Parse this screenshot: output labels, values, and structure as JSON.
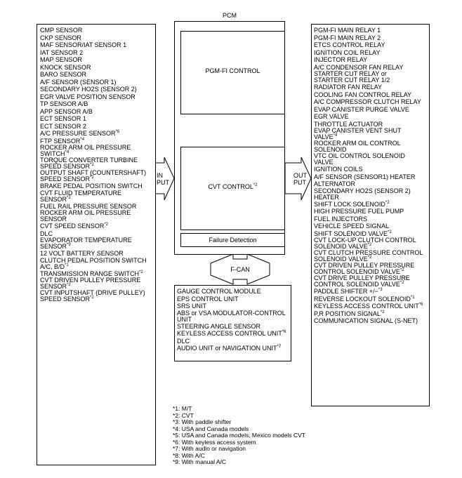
{
  "pcm_label": "PCM",
  "pgmfi_label": "PGM-FI CONTROL",
  "cvt_label": "CVT CONTROL",
  "cvt_note": "*2",
  "failure_label": "Failure Detection",
  "fcan_label": "F-CAN",
  "input_label": "IN\nPUT",
  "output_label": "OUT\nPUT",
  "inputs": [
    {
      "text": "CMP SENSOR",
      "note": ""
    },
    {
      "text": "CKP SENSOR",
      "note": ""
    },
    {
      "text": "MAF SENSOR/IAT SENSOR 1",
      "note": ""
    },
    {
      "text": "IAT SENSOR 2",
      "note": ""
    },
    {
      "text": "MAP SENSOR",
      "note": ""
    },
    {
      "text": "KNOCK SENSOR",
      "note": ""
    },
    {
      "text": "BARO SENSOR",
      "note": ""
    },
    {
      "text": "A/F SENSOR (SENSOR 1)",
      "note": ""
    },
    {
      "text": "SECONDARY HO2S (SENSOR 2)",
      "note": ""
    },
    {
      "text": "EGR VALVE POSITION SENSOR",
      "note": ""
    },
    {
      "text": "TP SENSOR A/B",
      "note": ""
    },
    {
      "text": "APP SENSOR A/B",
      "note": ""
    },
    {
      "text": "ECT SENSOR 1",
      "note": ""
    },
    {
      "text": "ECT SENSOR 2",
      "note": ""
    },
    {
      "text": "A/C PRESSURE SENSOR",
      "note": "*8"
    },
    {
      "text": "FTP SENSOR",
      "note": "*4"
    },
    {
      "text": "ROCKER ARM OIL PRESSURE\nSWITCH",
      "note": "*4"
    },
    {
      "text": "TORQUE CONVERTER TURBINE\nSPEED SENSOR",
      "note": "*2"
    },
    {
      "text": "OUTPUT SHAFT (COUNTERSHAFT)\nSPEED SENSOR",
      "note": "*2"
    },
    {
      "text": "BRAKE PEDAL POSITION SWITCH",
      "note": ""
    },
    {
      "text": "CVT FLUID TEMPERATURE\nSENSOR",
      "note": "*2"
    },
    {
      "text": "FUEL RAIL PRESSURE SENSOR",
      "note": ""
    },
    {
      "text": "ROCKER ARM OIL PRESSURE\nSENSOR",
      "note": ""
    },
    {
      "text": "CVT SPEED SENSOR",
      "note": "*2"
    },
    {
      "text": "DLC",
      "note": ""
    },
    {
      "text": "EVAPORATOR TEMPERATURE\nSENSOR",
      "note": "*9"
    },
    {
      "text": "12 VOLT BATTERY SENSOR",
      "note": ""
    },
    {
      "text": "CLUTCH PEDAL POSITION SWITCH\nA/C, B/D",
      "note": "*1"
    },
    {
      "text": "TRANSMISSION RANGE SWITCH",
      "note": "*2"
    },
    {
      "text": "CVT DRIVEN PULLEY PRESSURE\nSENSOR",
      "note": "*2"
    },
    {
      "text": "CVT INPUTSHAFT (DRIVE PULLEY)\nSPEED SENSOR",
      "note": "*2"
    }
  ],
  "outputs": [
    {
      "text": "PGM-FI MAIN RELAY 1",
      "note": ""
    },
    {
      "text": "PGM-FI MAIN RELAY 2",
      "note": ""
    },
    {
      "text": "ETCS CONTROL RELAY",
      "note": ""
    },
    {
      "text": "IGNITION COIL RELAY",
      "note": ""
    },
    {
      "text": "INJECTOR RELAY",
      "note": ""
    },
    {
      "text": "A/C CONDENSOR FAN RELAY",
      "note": ""
    },
    {
      "text": "STARTER CUT RELAY or\nSTARTER CUT RELAY 1/2",
      "note": ""
    },
    {
      "text": "RADIATOR FAN RELAY",
      "note": ""
    },
    {
      "text": "COOLING FAN CONTROL RELAY",
      "note": ""
    },
    {
      "text": "A/C COMPRESSOR CLUTCH RELAY",
      "note": ""
    },
    {
      "text": "EVAP CANISTER PURGE VALVE",
      "note": ""
    },
    {
      "text": "EGR VALVE",
      "note": ""
    },
    {
      "text": "THROTTLE ACTUATOR",
      "note": ""
    },
    {
      "text": "EVAP CANISTER VENT SHUT\nVALVE",
      "note": "*4"
    },
    {
      "text": "ROCKER ARM OIL CONTROL\nSOLENOID",
      "note": ""
    },
    {
      "text": "VTC OIL CONTROL SOLENOID\nVALVE",
      "note": ""
    },
    {
      "text": "IGNITION COILS",
      "note": ""
    },
    {
      "text": "A/F SENSOR (SENSOR1) HEATER",
      "note": ""
    },
    {
      "text": "ALTERNATOR",
      "note": ""
    },
    {
      "text": "SECONDARY HO2S (SENSOR 2)\nHEATER",
      "note": ""
    },
    {
      "text": "SHIFT LOCK SOLENOID",
      "note": "*2"
    },
    {
      "text": "HIGH PRESSURE FUEL PUMP",
      "note": ""
    },
    {
      "text": "FUEL INJECTORS",
      "note": ""
    },
    {
      "text": "VEHICLE SPEED SIGNAL",
      "note": ""
    },
    {
      "text": "SHIFT SOLENOID VALVE",
      "note": "*2"
    },
    {
      "text": "CVT LOCK-UP CLUTCH CONTROL\nSOLENOID VALVE",
      "note": "*2"
    },
    {
      "text": "CVT CLUTCH PRESSURE CONTROL\nSOLENOID VALVE",
      "note": "*2"
    },
    {
      "text": "CVT DRIVEN PULLEY PRESSURE\nCONTROL SOLENOID VALVE",
      "note": "*2"
    },
    {
      "text": "CVT DRIVE PULLEY PRESSURE\nCONTROL SOLENOID VALVE",
      "note": "*2"
    },
    {
      "text": "PADDLE SHIFTER +/−",
      "note": "*3"
    },
    {
      "text": "REVERSE LOCKOUT SOLENOID",
      "note": "*1"
    },
    {
      "text": "KEYLESS ACCESS CONTROL UNIT",
      "note": "*6"
    },
    {
      "text": "P,R POSITION SIGNAL",
      "note": "*2"
    },
    {
      "text": "COMMUNICATION SIGNAL (S-NET)",
      "note": ""
    }
  ],
  "fcan_items": [
    {
      "text": "GAUGE CONTROL MODULE",
      "note": ""
    },
    {
      "text": "EPS CONTROL UNIT",
      "note": ""
    },
    {
      "text": "SRS UNIT",
      "note": ""
    },
    {
      "text": "ABS or VSA MODULATOR-CONTROL\nUNIT",
      "note": ""
    },
    {
      "text": "STEERING ANGLE SENSOR",
      "note": ""
    },
    {
      "text": "KEYLESS ACCESS CONTROL UNIT",
      "note": "*6"
    },
    {
      "text": "DLC",
      "note": ""
    },
    {
      "text": "AUDIO UNIT or NAVIGATION UNIT",
      "note": "*7"
    }
  ],
  "notes": [
    "*1: M/T",
    "*2: CVT",
    "*3: With paddle shifter",
    "*4: USA and Canada models",
    "*5: USA and Canada models, Mexico models CVT",
    "*6: With keyless access system",
    "*7: With audio or navigation",
    "*8: With A/C",
    "*9: With manual A/C"
  ]
}
